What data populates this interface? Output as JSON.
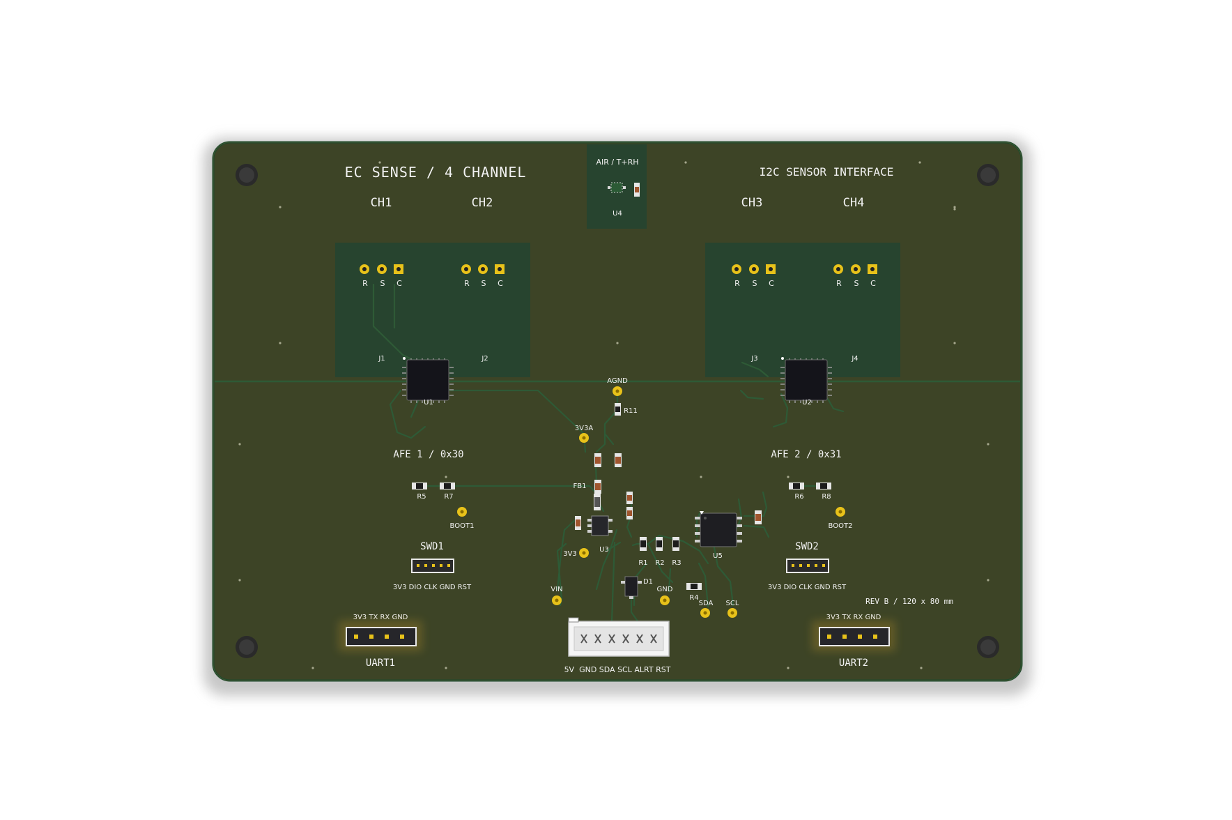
{
  "board": {
    "title_left": "EC SENSE / 4 CHANNEL",
    "title_right": "I2C SENSOR INTERFACE",
    "revision": "REV B / 120 x 80 mm"
  },
  "channels": [
    "CH1",
    "CH2",
    "CH3",
    "CH4"
  ],
  "electrode_pin_labels": [
    "R",
    "S",
    "C"
  ],
  "connectors": {
    "j1": "J1",
    "j2": "J2",
    "j3": "J3",
    "j4": "J4"
  },
  "air_sensor": {
    "title": "AIR / T+RH",
    "ref": "U4"
  },
  "afe": [
    {
      "ref": "U1",
      "label": "AFE 1 / 0x30"
    },
    {
      "ref": "U2",
      "label": "AFE 2 / 0x31"
    }
  ],
  "components": {
    "r11": "R11",
    "fb1": "FB1",
    "u3": "U3",
    "u5": "U5",
    "d1": "D1",
    "r1": "R1",
    "r2": "R2",
    "r3": "R3",
    "r4": "R4",
    "r5": "R5",
    "r6": "R6",
    "r7": "R7",
    "r8": "R8"
  },
  "test_points": {
    "agnd": "AGND",
    "v3v3a": "3V3A",
    "v3v3": "3V3",
    "vin": "VIN",
    "gnd": "GND",
    "sda": "SDA",
    "scl": "SCL",
    "boot1": "BOOT1",
    "boot2": "BOOT2"
  },
  "swd": [
    {
      "name": "SWD1",
      "pins": "3V3 DIO CLK GND RST"
    },
    {
      "name": "SWD2",
      "pins": "3V3 DIO CLK GND RST"
    }
  ],
  "uart": [
    {
      "name": "UART1",
      "pins": "3V3 TX RX GND"
    },
    {
      "name": "UART2",
      "pins": "3V3 TX RX GND"
    }
  ],
  "i2c_header": {
    "pins": "5V  GND SDA SCL ALRT RST"
  },
  "colors": {
    "soldermask": "#3d4426",
    "copper_pour": "#27442f",
    "trace": "#2e5a36",
    "edge": "#1f4a2c",
    "pad_gold": "#e8c21a",
    "silkscreen": "#f2f2f2"
  }
}
